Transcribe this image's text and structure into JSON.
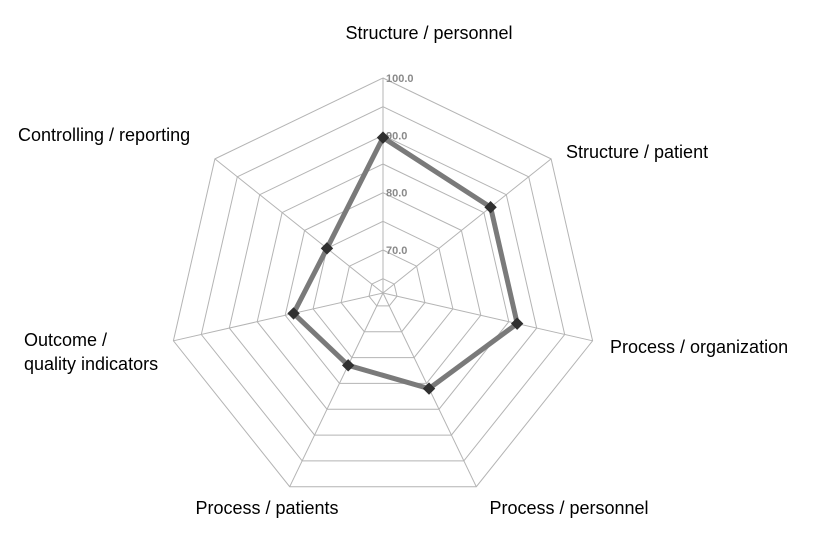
{
  "chart_data": {
    "type": "radar",
    "title": "",
    "categories": [
      "Structure / personnel",
      "Structure / patient",
      "Process / organization",
      "Process / personnel",
      "Process / patients",
      "Outcome / quality indicators",
      "Controlling / reporting"
    ],
    "category_lines": [
      [
        "Structure / personnel"
      ],
      [
        "Structure / patient"
      ],
      [
        "Process / organization"
      ],
      [
        "Process / personnel"
      ],
      [
        "Process / patients"
      ],
      [
        "Outcome /",
        "quality indicators"
      ],
      [
        "Controlling / reporting"
      ]
    ],
    "series": [
      {
        "values": [
          89.6,
          86.5,
          86.5,
          81.0,
          76.5,
          78.5,
          75.0
        ]
      }
    ],
    "rlim": [
      62.5,
      100
    ],
    "grid_levels": [
      65,
      70,
      75,
      80,
      85,
      90,
      95,
      100
    ],
    "tick_labels": [
      "70.0",
      "80.0",
      "90.0",
      "100.0"
    ],
    "tick_values": [
      70,
      80,
      90,
      100
    ],
    "grid": true,
    "colors": {
      "grid": "#b4b4b4",
      "series_line": "#7a7a7a",
      "marker": "#303030",
      "tick_text": "#8a8a8a",
      "label_text": "#000000"
    }
  }
}
